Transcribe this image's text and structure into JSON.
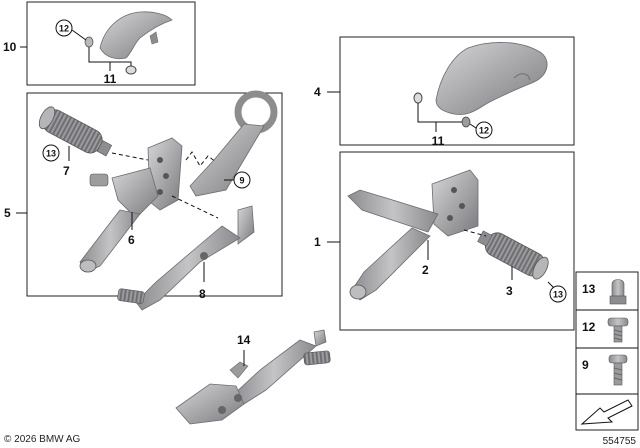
{
  "callouts": {
    "n1": "1",
    "n2": "2",
    "n3": "3",
    "n4": "4",
    "n5": "5",
    "n6": "6",
    "n7": "7",
    "n8": "8",
    "n9": "9",
    "n10": "10",
    "n11a": "11",
    "n11b": "11",
    "n12a": "12",
    "n12b": "12",
    "n13a": "13",
    "n13b": "13",
    "n14": "14"
  },
  "legend": {
    "item13": "13",
    "item12": "12",
    "item9": "9"
  },
  "footer": {
    "copyright": "© 2026 BMW AG",
    "diagram_id": "554755"
  },
  "colors": {
    "part_fill": "#a9a9ab",
    "part_dark": "#7d7d80",
    "part_light": "#cfcfd1",
    "frame": "#222222"
  }
}
